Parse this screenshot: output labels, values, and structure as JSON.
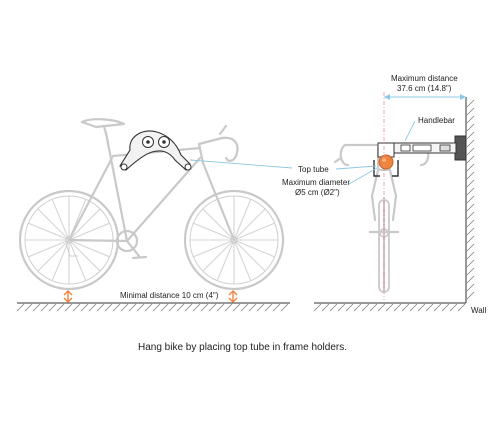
{
  "labels": {
    "max_distance_line1": "Maximum distance",
    "max_distance_line2": "37.6 cm (14.8\")",
    "handlebar": "Handlebar",
    "top_tube": "Top tube",
    "max_diameter_line1": "Maximum diameter",
    "max_diameter_line2": "Ø5 cm (Ø2\")",
    "minimal_distance": "Minimal distance 10 cm (4\")",
    "wall": "Wall"
  },
  "caption": "Hang bike by placing top tube in frame holders.",
  "colors": {
    "bike_outline": "#c9c9c9",
    "leader_line": "#8ec8e4",
    "arrow_accent": "#f0843c",
    "holder_dark": "#333333",
    "wall_hatch": "#777777"
  }
}
